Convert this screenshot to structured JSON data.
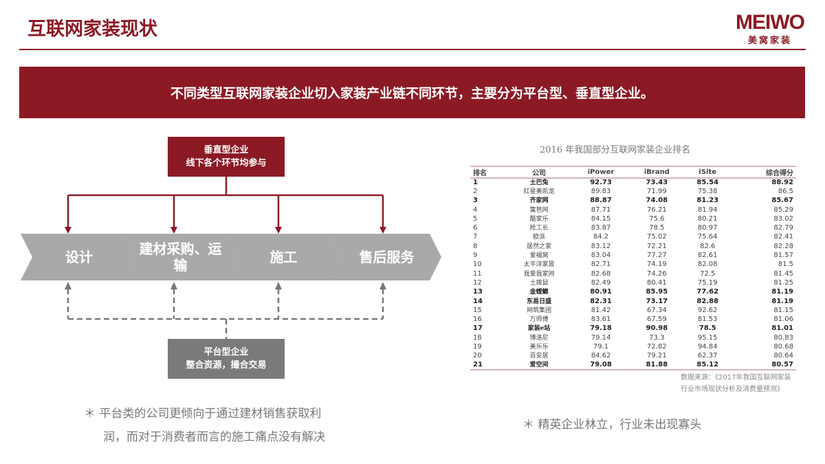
{
  "header": {
    "title": "互联网家装现状",
    "logo_en": "MEIWO",
    "logo_cn": "美窝家装"
  },
  "banner": "不同类型互联网家装企业切入家装产业链不同环节，主要分为平台型、垂直型企业。",
  "diagram": {
    "vertical": {
      "line1": "垂直型企业",
      "line2": "线下各个环节均参与"
    },
    "platform": {
      "line1": "平台型企业",
      "line2": "整合资源，撮合交易"
    },
    "stages": [
      "设计",
      "建材采购、运输",
      "施工",
      "售后服务"
    ],
    "note_line1": "＊ 平台类的公司更倾向于通过建材销售获取利",
    "note_line2": "润，而对于消费者而言的施工痛点没有解决"
  },
  "table": {
    "title": "2016 年我国部分互联网家装企业排名",
    "headers": [
      "排名",
      "公司",
      "iPower",
      "iBrand",
      "iSite",
      "综合得分"
    ],
    "rows": [
      [
        "1",
        "土巴兔",
        "92.73",
        "73.43",
        "85.54",
        "88.92",
        true
      ],
      [
        "2",
        "红星美凯龙",
        "89.83",
        "71.99",
        "75.38",
        "86.5",
        false
      ],
      [
        "3",
        "齐家网",
        "88.87",
        "74.08",
        "81.23",
        "85.67",
        true
      ],
      [
        "4",
        "篱笆网",
        "87.71",
        "76.21",
        "81.94",
        "85.29",
        false
      ],
      [
        "5",
        "酷家乐",
        "84.15",
        "75.6",
        "80.21",
        "83.02",
        false
      ],
      [
        "6",
        "抢工长",
        "83.87",
        "78.5",
        "80.97",
        "82.79",
        false
      ],
      [
        "7",
        "欧派",
        "84.2",
        "75.02",
        "75.64",
        "82.41",
        false
      ],
      [
        "8",
        "居然之家",
        "83.12",
        "72.21",
        "82.6",
        "82.28",
        false
      ],
      [
        "9",
        "爱福窝",
        "83.04",
        "77.27",
        "82.61",
        "81.57",
        false
      ],
      [
        "10",
        "太平洋家居",
        "82.71",
        "74.19",
        "82.08",
        "81.5",
        false
      ],
      [
        "11",
        "我爱我家网",
        "82.68",
        "74.26",
        "72.5",
        "81.45",
        false
      ],
      [
        "12",
        "土拨鼠",
        "82.49",
        "80.41",
        "75.19",
        "81.25",
        false
      ],
      [
        "13",
        "金螳螂",
        "80.91",
        "85.95",
        "77.62",
        "81.19",
        true
      ],
      [
        "14",
        "东易日盛",
        "82.31",
        "73.17",
        "82.88",
        "81.19",
        true
      ],
      [
        "15",
        "网筑集团",
        "81.42",
        "67.34",
        "92.62",
        "81.15",
        false
      ],
      [
        "16",
        "万师傅",
        "83.61",
        "67.59",
        "81.53",
        "81.06",
        false
      ],
      [
        "17",
        "家装e站",
        "79.18",
        "90.98",
        "78.5",
        "81.01",
        true
      ],
      [
        "18",
        "博洛尼",
        "79.14",
        "73.3",
        "95.15",
        "80.83",
        false
      ],
      [
        "19",
        "美乐乐",
        "79.1",
        "72.82",
        "94.84",
        "80.68",
        false
      ],
      [
        "20",
        "百安居",
        "84.62",
        "79.21",
        "62.37",
        "80.64",
        false
      ],
      [
        "21",
        "爱空间",
        "79.08",
        "81.88",
        "85.12",
        "80.57",
        true
      ]
    ],
    "source_line1": "数据来源：《2017年我国互联网家装",
    "source_line2": "行业市场现状分析及消费量预测》",
    "note": "＊ 精英企业林立，行业未出现寡头"
  },
  "colors": {
    "brand": "#8b1a25",
    "chevron": "#a9a9a9",
    "platform": "#7a7a7a"
  }
}
